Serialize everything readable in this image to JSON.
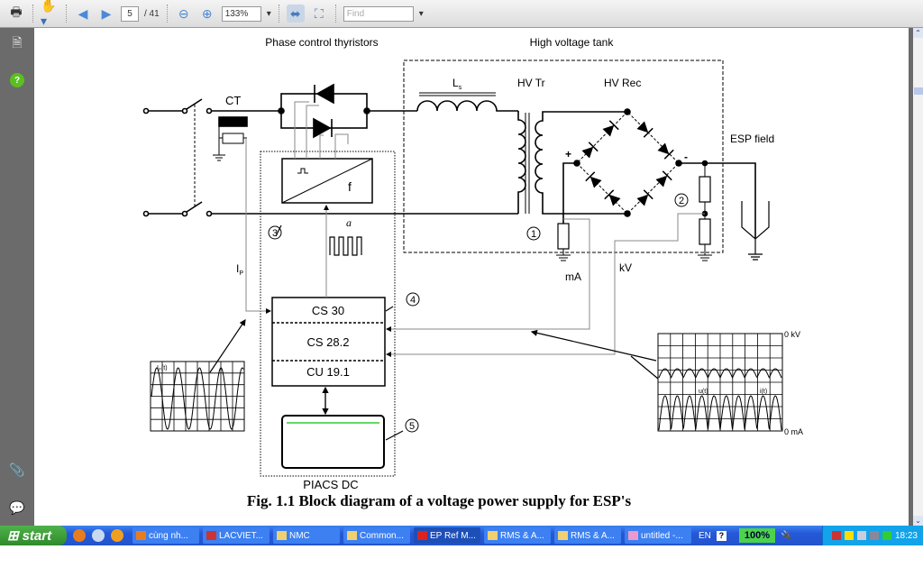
{
  "toolbar": {
    "page_current": "5",
    "page_total": "/ 41",
    "zoom": "133%",
    "find_placeholder": "Find",
    "icons": [
      "printer-icon",
      "hand-tool-icon",
      "prev-page-icon",
      "next-page-icon",
      "zoom-out-icon",
      "zoom-in-icon",
      "fit-width-icon",
      "fit-page-icon"
    ]
  },
  "left_pane": {
    "icons": [
      "pages-icon",
      "help-icon",
      "attachment-icon",
      "comments-icon"
    ]
  },
  "diagram": {
    "phase_control": "Phase control thyristors",
    "hv_tank": "High voltage tank",
    "ct": "CT",
    "ls": "L",
    "ls_sub": "s",
    "hv_tr": "HV Tr",
    "hv_rec": "HV Rec",
    "esp_field": "ESP field",
    "plus": "+",
    "minus": "-",
    "ip": "I",
    "ip_sub": "P",
    "f": "f",
    "alpha": "a",
    "ma": "mA",
    "kv": "kV",
    "markers": [
      "1",
      "2",
      "3",
      "4",
      "5"
    ],
    "cs30": "CS 30",
    "cs282": "CS 28.2",
    "cu191": "CU 19.1",
    "piacs": "PIACS DC",
    "scope_left_label": "Iₚ(t)",
    "scope_u": "u(t)",
    "scope_i": "i(t)",
    "zero_kv": "0 kV",
    "zero_ma": "0 mA",
    "caption": "Fig. 1.1 Block diagram of a voltage power supply for ESP's"
  },
  "taskbar": {
    "start": "start",
    "tasks": [
      {
        "label": "cùng nh...",
        "icon": "firefox-icon"
      },
      {
        "label": "LACVIET...",
        "icon": "dictionary-icon"
      },
      {
        "label": "NMC",
        "icon": "folder-icon"
      },
      {
        "label": "Common...",
        "icon": "folder-icon"
      },
      {
        "label": "EP Ref M...",
        "icon": "pdf-icon",
        "active": true
      },
      {
        "label": "RMS & A...",
        "icon": "folder-icon"
      },
      {
        "label": "RMS & A...",
        "icon": "folder-icon"
      },
      {
        "label": "untitled -...",
        "icon": "paint-icon"
      }
    ],
    "language": "EN",
    "battery": "100%",
    "clock": "18:23"
  }
}
